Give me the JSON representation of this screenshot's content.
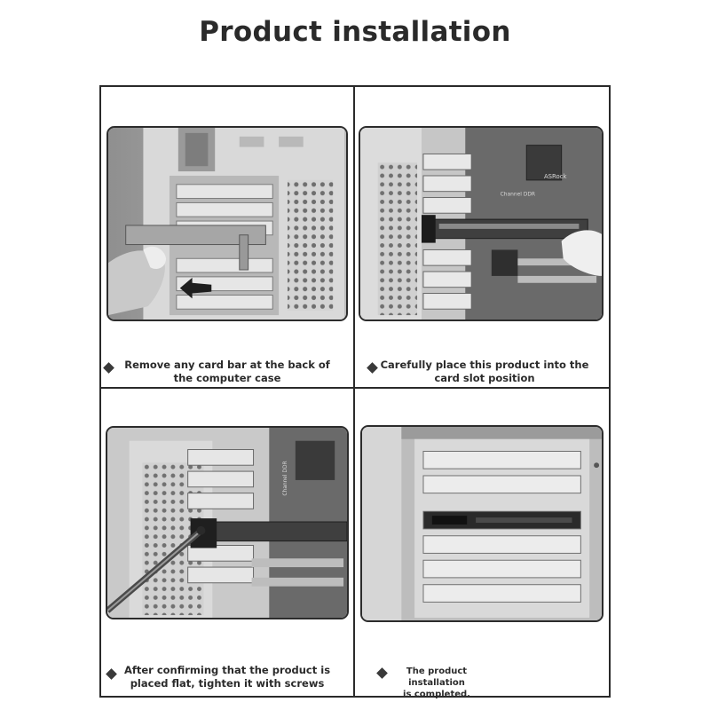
{
  "page": {
    "title": "Product installation"
  },
  "steps": [
    {
      "line1": "Remove any card bar at the back of",
      "line2": "the computer case"
    },
    {
      "line1": "Carefully place this product into the",
      "line2": "card slot position"
    },
    {
      "line1": "After confirming that the product is",
      "line2": "placed flat, tighten it with screws"
    },
    {
      "line1": "The product installation",
      "line2": "is completed."
    }
  ],
  "photos": [
    {
      "subject": "pc-case-rear-slots-removing-bracket"
    },
    {
      "subject": "inserting-card-into-slot"
    },
    {
      "subject": "screwing-card-bracket"
    },
    {
      "subject": "installed-slot-brackets"
    }
  ],
  "pcb_text": {
    "label_a": "ASRock",
    "label_b": "Channel DDR"
  },
  "colors": {
    "text": "#2b2b2b",
    "frame": "#2a2a2a",
    "bullet": "#3a3a3a"
  }
}
